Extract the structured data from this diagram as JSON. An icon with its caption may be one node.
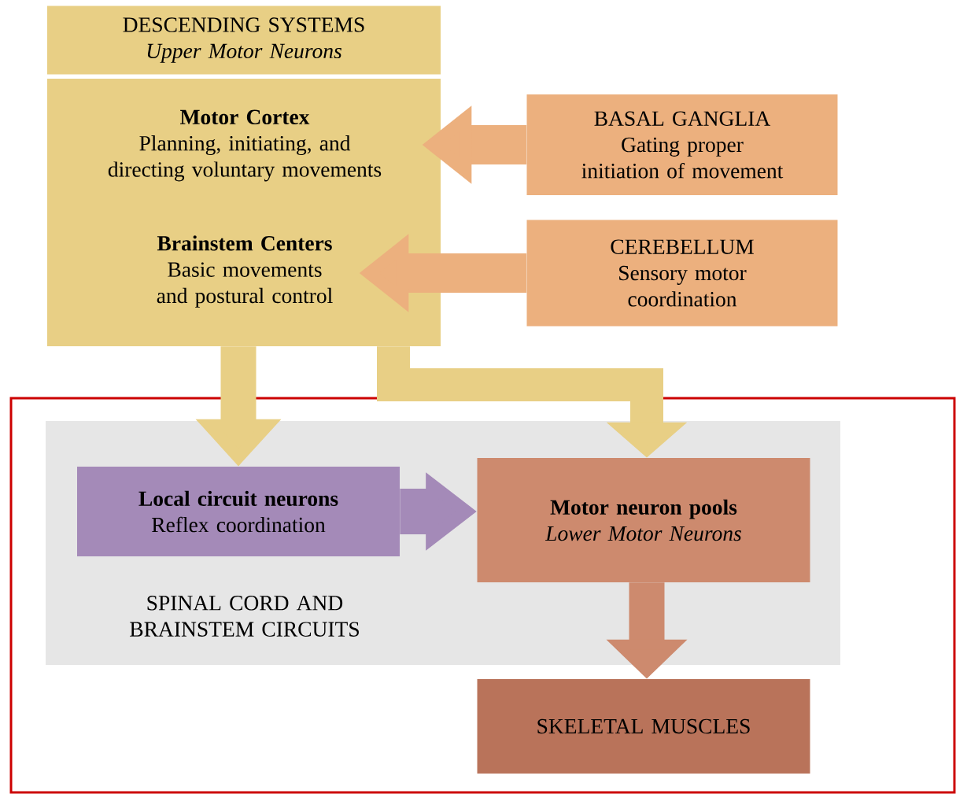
{
  "diagram": {
    "nodes": [
      {
        "text": [
          "DESCENDING SYSTEMS",
          "Upper Motor Neurons"
        ]
      },
      {
        "text": [],
        "shape": "box"
      },
      {
        "text": [
          "Motor Cortex",
          "Planning, initiating, and directing voluntary movements"
        ],
        "in": 1
      },
      {
        "text": [
          "Brainstem Centers",
          "Basic movements and postural control"
        ],
        "in": 1
      },
      {
        "text": [
          "BASAL GANGLIA",
          "Gating proper initiation of movement"
        ]
      },
      {
        "text": [
          "CEREBELLUM",
          "Sensory motor coordination"
        ]
      },
      {
        "text": [
          "SPINAL CORD AND BRAINSTEM CIRCUITS"
        ]
      },
      {
        "text": [
          "Local circuit neurons",
          "Reflex coordination"
        ],
        "in": 6
      },
      {
        "text": [
          "Motor neuron pools",
          "Lower Motor Neurons"
        ],
        "in": 6
      },
      {
        "text": [
          "SKELETAL MUSCLES"
        ]
      }
    ],
    "edges": [
      {
        "from": 4,
        "to": 2,
        "arrow": "to",
        "color": "#ecb07e"
      },
      {
        "from": 5,
        "to": 3,
        "arrow": "to",
        "color": "#ecb07e"
      },
      {
        "from": 1,
        "to": 7,
        "arrow": "to",
        "color": "#e8cf85"
      },
      {
        "from": 1,
        "to": 8,
        "arrow": "to",
        "color": "#e8cf85"
      },
      {
        "from": 7,
        "to": 8,
        "arrow": "to",
        "color": "#a48ab8"
      },
      {
        "from": 8,
        "to": 9,
        "arrow": "to",
        "color": "#cd8a6e"
      }
    ]
  }
}
